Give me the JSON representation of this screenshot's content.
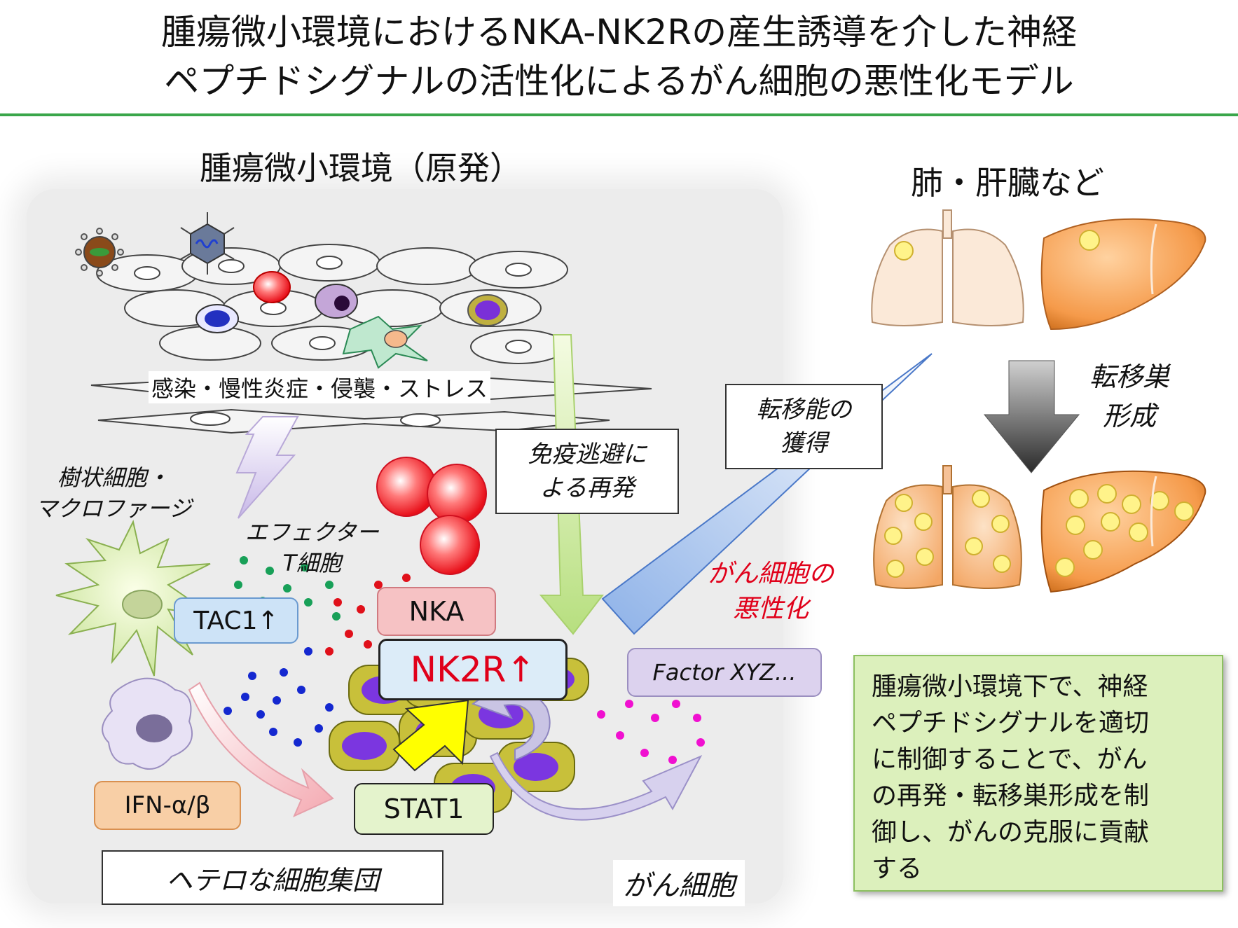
{
  "title": {
    "line1": "腫瘍微小環境におけるNKA-NK2Rの産生誘導を介した神経",
    "line2": "ペプチドシグナルの活性化によるがん細胞の悪性化モデル"
  },
  "labels": {
    "environment": "腫瘍微小環境（原発）",
    "organs": "肺・肝臓など",
    "stress": "感染・慢性炎症・侵襲・ストレス",
    "dendritic": "樹状細胞・\nマクロファージ",
    "effector": "エフェクター\nT細胞",
    "immune_escape": "免疫逃避に\nよる再発",
    "metastasis_gain": "転移能の\n獲得",
    "metastasis_form": "転移巣\n形成",
    "malignancy": "がん細胞の\n悪性化",
    "tac1": "TAC1↑",
    "nka": "NKA",
    "nk2r": "NK2R↑",
    "factor": "Factor XYZ...",
    "ifn": "IFN-α/β",
    "stat1": "STAT1",
    "hetero": "ヘテロな細胞集団",
    "cancer_cell": "がん細胞",
    "summary": "腫瘍微小環境下で、神経\nペプチドシグナルを適切\nに制御することで、がん\nの再発・転移巣形成を制\n御し、がんの克服に貢献\nする"
  },
  "colors": {
    "rule": "#3aa64a",
    "malignancy_text": "#e0001a",
    "nk2r_text": "#e0001a",
    "summary_bg": "#dcf0bc",
    "tac1_bg": "#cde3f7",
    "nka_bg": "#f6c2c4",
    "factor_bg": "#dcd2ee",
    "ifn_bg": "#f8cfa6",
    "stat1_bg": "#e4f3cc"
  }
}
